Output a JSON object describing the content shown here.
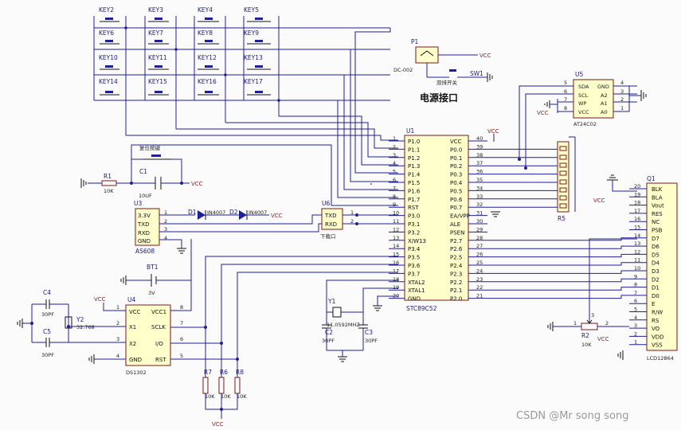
{
  "keys": {
    "row1": [
      "KEY2",
      "KEY3",
      "KEY4",
      "KEY5"
    ],
    "row2": [
      "KEY6",
      "KEY7",
      "KEY8",
      "KEY9"
    ],
    "row3": [
      "KEY10",
      "KEY11",
      "KEY12",
      "KEY13"
    ],
    "row4": [
      "KEY14",
      "KEY15",
      "KEY16",
      "KEY17"
    ]
  },
  "reset": {
    "label": "复位按键",
    "r_ref": "R1",
    "r_val": "10K",
    "c_ref": "C1",
    "c_val": "10UF",
    "vcc": "VCC"
  },
  "power": {
    "ref": "P1",
    "part": "DC-002",
    "switch_ref": "SW1",
    "switch_label": "双排开关",
    "title": "电源接口",
    "vcc": "VCC"
  },
  "u5": {
    "ref": "U5",
    "part": "AT24C02",
    "pins_left": [
      "SDA",
      "SCL",
      "WP",
      "VCC"
    ],
    "pins_right": [
      "GND",
      "A2",
      "A1",
      "A0"
    ],
    "num_left": [
      "5",
      "6",
      "7",
      "8"
    ],
    "num_right": [
      "4",
      "3",
      "2",
      "1"
    ],
    "vcc": "VCC"
  },
  "u1": {
    "ref": "U1",
    "part": "STC89C52",
    "left_labels": [
      "P1.0",
      "P1.1",
      "P1.2",
      "P1.3",
      "P1.4",
      "P1.5",
      "P1.6",
      "P1.7",
      "RST",
      "P3.0",
      "P3.1",
      "P3.2",
      "X/W13",
      "P3.4",
      "P3.5",
      "P3.6",
      "P3.7",
      "XTAL2",
      "XTAL1",
      "GND"
    ],
    "left_nums": [
      "1",
      "2",
      "3",
      "4",
      "5",
      "6",
      "7",
      "8",
      "9",
      "10",
      "11",
      "12",
      "13",
      "14",
      "15",
      "16",
      "17",
      "18",
      "19",
      "20"
    ],
    "right_labels": [
      "VCC",
      "P0.0",
      "P0.1",
      "P0.2",
      "P0.3",
      "P0.4",
      "P0.5",
      "P0.6",
      "P0.7",
      "EA/VPP",
      "ALE",
      "PSEN",
      "P2.7",
      "P2.6",
      "P2.5",
      "P2.4",
      "P2.3",
      "P2.2",
      "P2.1",
      "P2.0"
    ],
    "right_nums": [
      "40",
      "39",
      "38",
      "37",
      "36",
      "35",
      "34",
      "33",
      "32",
      "31",
      "30",
      "29",
      "28",
      "27",
      "26",
      "25",
      "24",
      "23",
      "22",
      "21"
    ],
    "vcc": "VCC"
  },
  "u3": {
    "ref": "U3",
    "part": "AS608",
    "pins": [
      "3.3V",
      "TXD",
      "RXD",
      "GND"
    ],
    "nums": [
      "1",
      "2",
      "3",
      "4"
    ]
  },
  "diodes": {
    "d1": "D1",
    "d1_part": "IN4007",
    "d2": "D2",
    "d2_part": "IN4007",
    "vcc": "VCC"
  },
  "u6": {
    "ref": "U6",
    "part": "下载口",
    "pins": [
      "TXD",
      "RXD"
    ],
    "nums": [
      "1",
      "2"
    ]
  },
  "r5": {
    "ref": "R5"
  },
  "q1": {
    "ref": "Q1",
    "part": "LCD12864",
    "labels": [
      "BLK",
      "BLA",
      "Vout",
      "RES",
      "NC",
      "PSB",
      "D7",
      "D6",
      "D5",
      "D4",
      "D3",
      "D2",
      "D1",
      "D0",
      "E",
      "R/W",
      "RS",
      "VO",
      "VDD",
      "VSS"
    ],
    "nums": [
      "20",
      "19",
      "18",
      "17",
      "16",
      "15",
      "14",
      "13",
      "12",
      "11",
      "10",
      "9",
      "8",
      "7",
      "6",
      "5",
      "4",
      "3",
      "2",
      "1"
    ],
    "vcc": "VCC"
  },
  "lcd_bus": {
    "nums": [
      "28",
      "27",
      "26",
      "25",
      "24",
      "23",
      "22",
      "21"
    ]
  },
  "u4": {
    "ref": "U4",
    "part": "DS1302",
    "left": [
      "VCC",
      "X1",
      "X2",
      "GND"
    ],
    "right": [
      "VCC1",
      "SCLK",
      "I/O",
      "RST"
    ],
    "lnum": [
      "1",
      "2",
      "3",
      "4"
    ],
    "rnum": [
      "8",
      "7",
      "6",
      "5"
    ],
    "vcc": "VCC"
  },
  "bt1": {
    "ref": "BT1",
    "val": "3V"
  },
  "crystal32": {
    "c4": "C4",
    "c4v": "30PF",
    "c5": "C5",
    "c5v": "30PF",
    "y": "Y2",
    "yv": "32.768"
  },
  "crystal11": {
    "ref": "Y1",
    "val": "11.0592MHZ",
    "c2": "C2",
    "c2v": "30PF",
    "c3": "C3",
    "c3v": "30PF"
  },
  "pullups": {
    "r7": "R7",
    "r6": "R6",
    "r8": "R8",
    "val": "10K",
    "vcc": "VCC"
  },
  "pot": {
    "ref": "R2",
    "val": "10K",
    "n1": "1",
    "n2": "2",
    "n3": "3",
    "vcc": "VCC"
  },
  "watermark": "CSDN @Mr song song"
}
